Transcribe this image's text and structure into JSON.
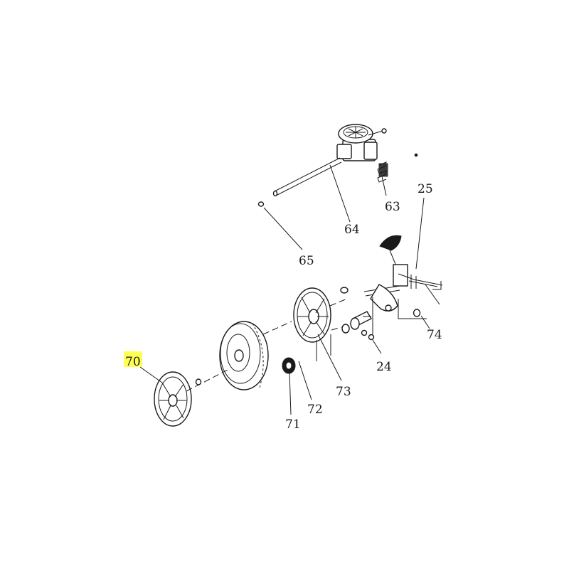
{
  "diagram": {
    "highlight_color": "#ffff55",
    "labels": {
      "p70": "70",
      "p71": "71",
      "p72": "72",
      "p73": "73",
      "p24": "24",
      "p25": "25",
      "p63": "63",
      "p64": "64",
      "p65": "65",
      "p74": "74"
    }
  }
}
